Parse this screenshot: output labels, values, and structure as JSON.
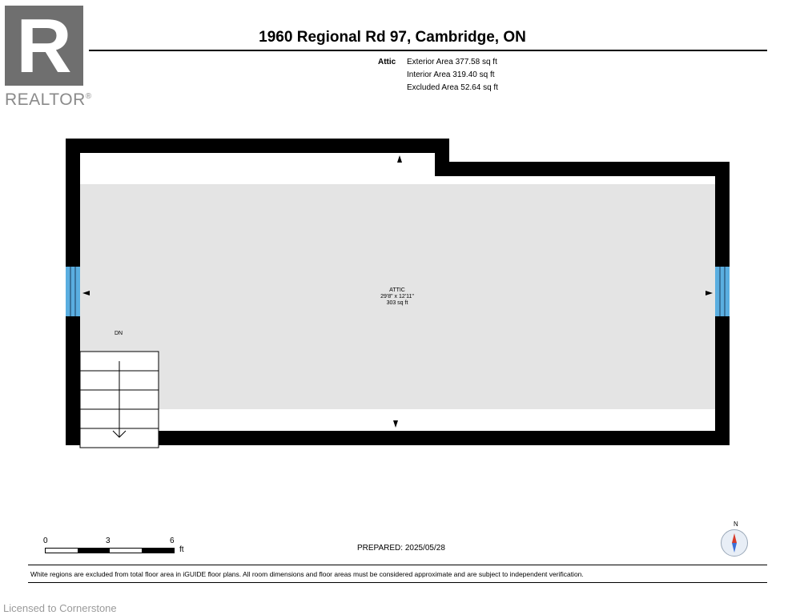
{
  "logo": {
    "text": "REALTOR",
    "registered": "®"
  },
  "title": "1960 Regional Rd 97, Cambridge, ON",
  "area_summary": {
    "floor": "Attic",
    "lines": [
      "Exterior Area 377.58 sq ft",
      "Interior Area 319.40 sq ft",
      "Excluded Area 52.64 sq ft"
    ]
  },
  "room": {
    "name": "ATTIC",
    "dimensions": "29'8\" x 12'11\"",
    "area": "303 sq ft"
  },
  "stairs": {
    "label": "DN"
  },
  "scale": {
    "labels": [
      "0",
      "3",
      "6"
    ],
    "unit": "ft"
  },
  "prepared": "PREPARED:  2025/05/28",
  "compass": {
    "label": "N"
  },
  "disclaimer": "White regions are excluded from total floor area in iGUIDE floor plans. All room dimensions and floor areas must be considered approximate and are subject to independent verification.",
  "license": "Licensed to Cornerstone",
  "colors": {
    "wall": "#000000",
    "room_fill": "#e4e4e4",
    "window": "#5aaee0",
    "logo_gray": "#6f6f6f",
    "compass_red": "#d63a2a",
    "compass_blue": "#3a6fd6"
  }
}
